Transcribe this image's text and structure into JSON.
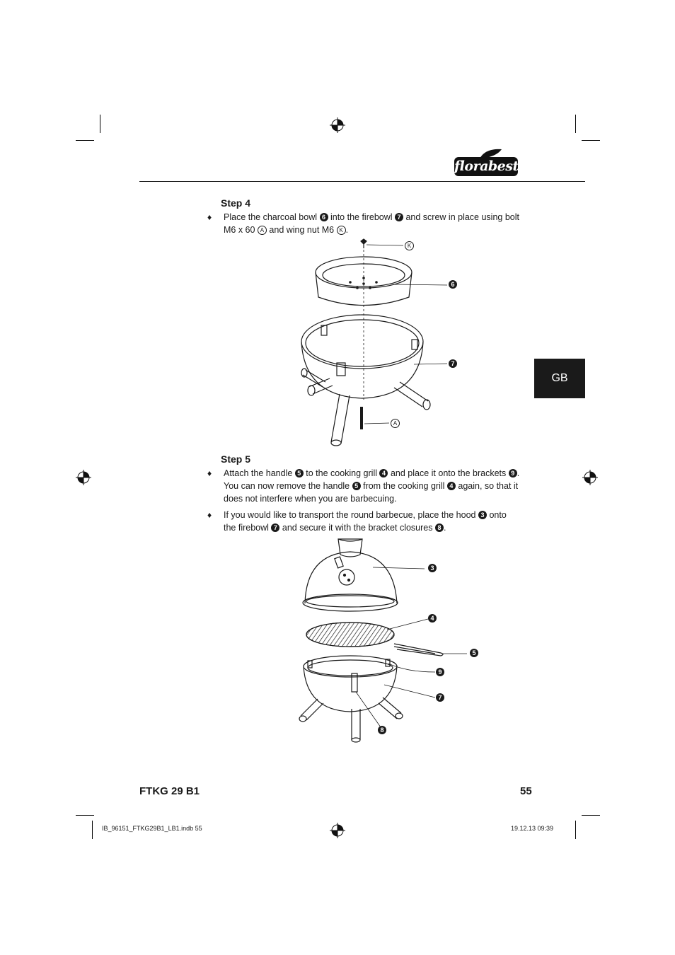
{
  "header": {
    "brand": "florabest"
  },
  "side_tab": {
    "label": "GB"
  },
  "steps": [
    {
      "title": "Step 4",
      "bullets": [
        {
          "parts": [
            "Place the charcoal bowl ",
            " into the firebowl ",
            " and screw in place using bolt M6 x 60 ",
            " and wing nut M6 ",
            "."
          ],
          "refs": [
            "6",
            "7",
            "A",
            "K"
          ]
        }
      ]
    },
    {
      "title": "Step 5",
      "bullets": [
        {
          "parts": [
            "Attach the handle ",
            " to the cooking grill ",
            " and place it onto the brackets ",
            ". You can now remove the handle ",
            " from the cooking grill ",
            " again, so that it does not interfere when you are barbecuing."
          ],
          "refs": [
            "5",
            "4",
            "9",
            "5",
            "4"
          ]
        },
        {
          "parts": [
            "If you would like to transport the round barbecue, place the hood ",
            " onto the firebowl ",
            " and secure it with the bracket closures ",
            "."
          ],
          "refs": [
            "3",
            "7",
            "8"
          ]
        }
      ]
    }
  ],
  "figure1": {
    "callouts": [
      "K",
      "6",
      "7",
      "A"
    ]
  },
  "figure2": {
    "callouts": [
      "3",
      "4",
      "5",
      "9",
      "7",
      "8"
    ]
  },
  "footer": {
    "model": "FTKG 29 B1",
    "page": "55",
    "file": "IB_96151_FTKG29B1_LB1.indb   55",
    "datetime": "19.12.13   09:39"
  },
  "bullet_symbol": "♦",
  "colors": {
    "ink": "#1a1a1a",
    "tab": "#1a1a1a"
  }
}
